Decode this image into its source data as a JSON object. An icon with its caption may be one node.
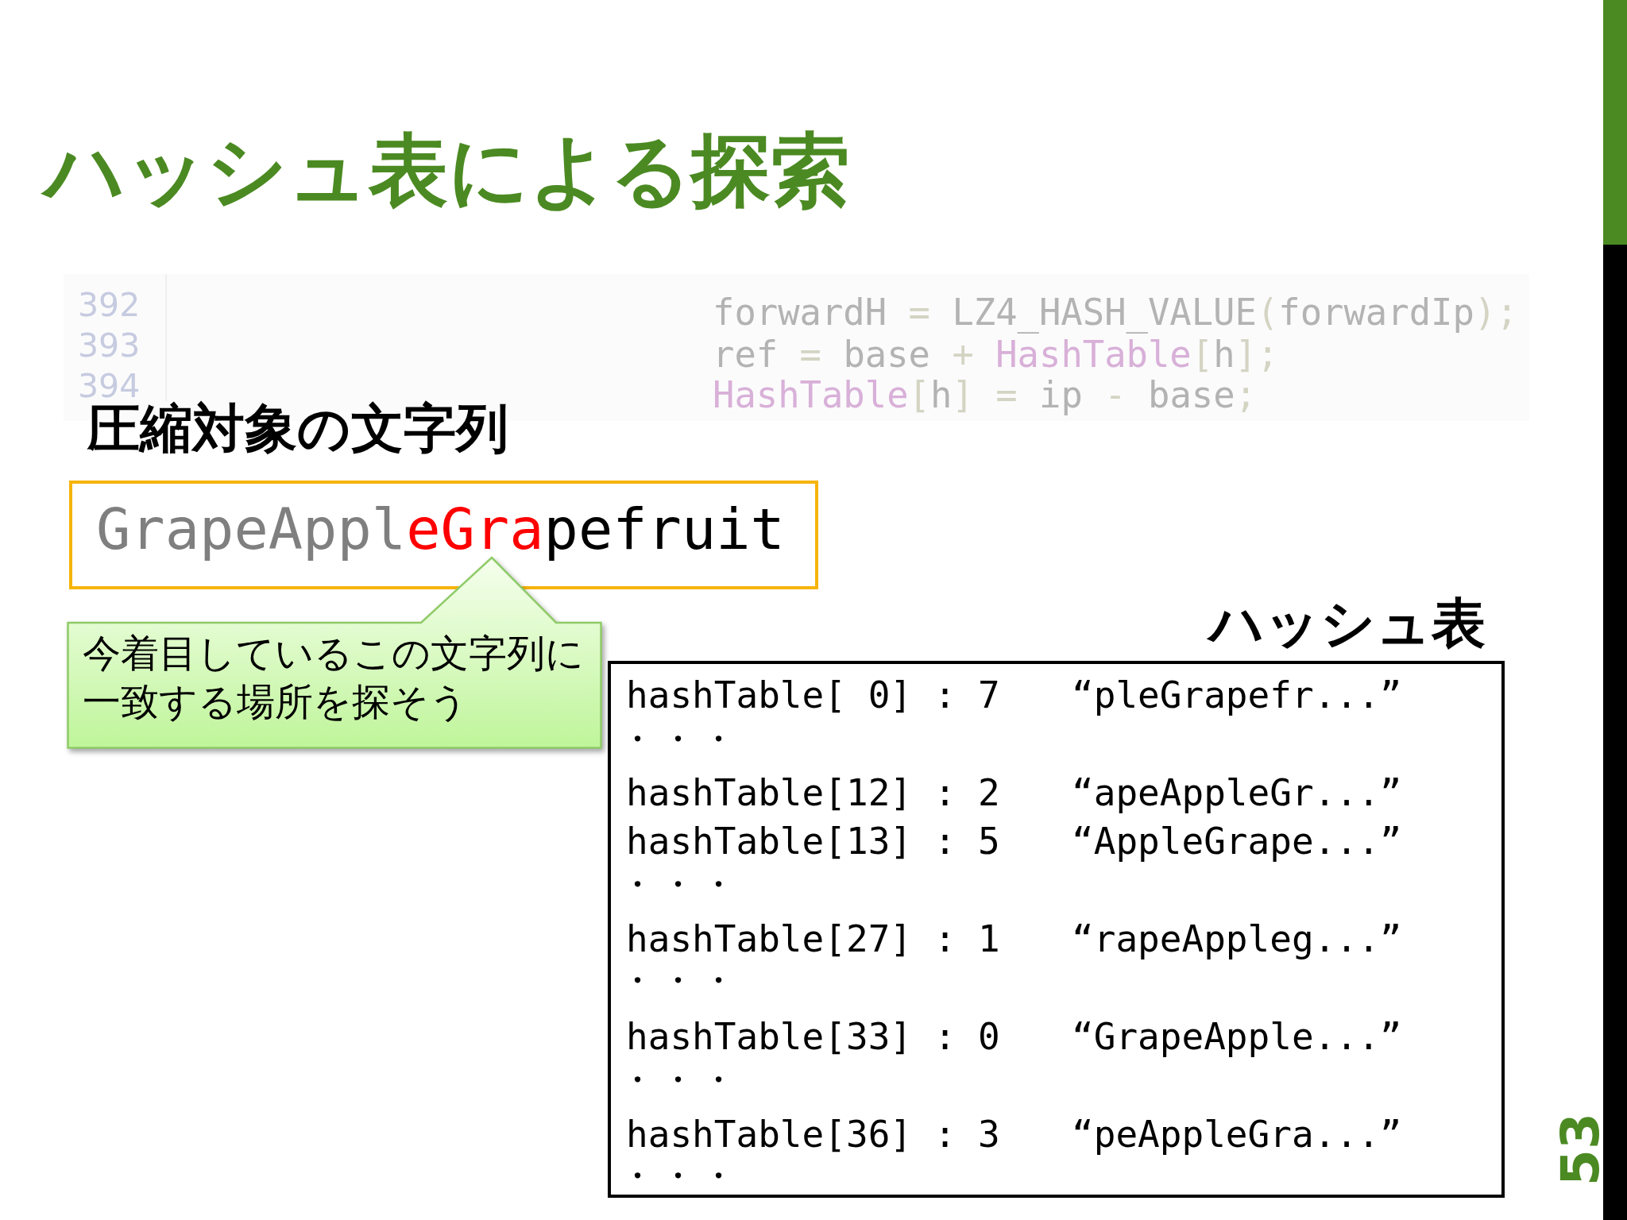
{
  "diagram": {
    "title": "ハッシュ表による探索",
    "nodes": [
      {
        "text": [
          "圧縮対象の文字列",
          "GrapeAppleGrapefruit"
        ]
      },
      {
        "text": [
          "今着目しているこの文字列に一致する場所を探そう"
        ]
      },
      {
        "text": [
          "ハッシュ表",
          "hashTable[ 0] : 7",
          "“pleGrapefr...”",
          "・・・",
          "hashTable[12] : 2",
          "“apeAppleGr...”",
          "hashTable[13] : 5",
          "“AppleGrape...”",
          "・・・",
          "hashTable[27] : 1",
          "“rapeAppleg...”",
          "・・・",
          "hashTable[33] : 0",
          "“GrapeApple...”",
          "・・・",
          "hashTable[36] : 3",
          "“peAppleGra...”",
          "・・・"
        ]
      }
    ],
    "labels": [
      "392",
      "393",
      "394",
      "forwardH = LZ4_HASH_VALUE(forwardIp);",
      "ref = base + HashTable[h];",
      "HashTable[h] = ip - base;",
      "53"
    ]
  }
}
